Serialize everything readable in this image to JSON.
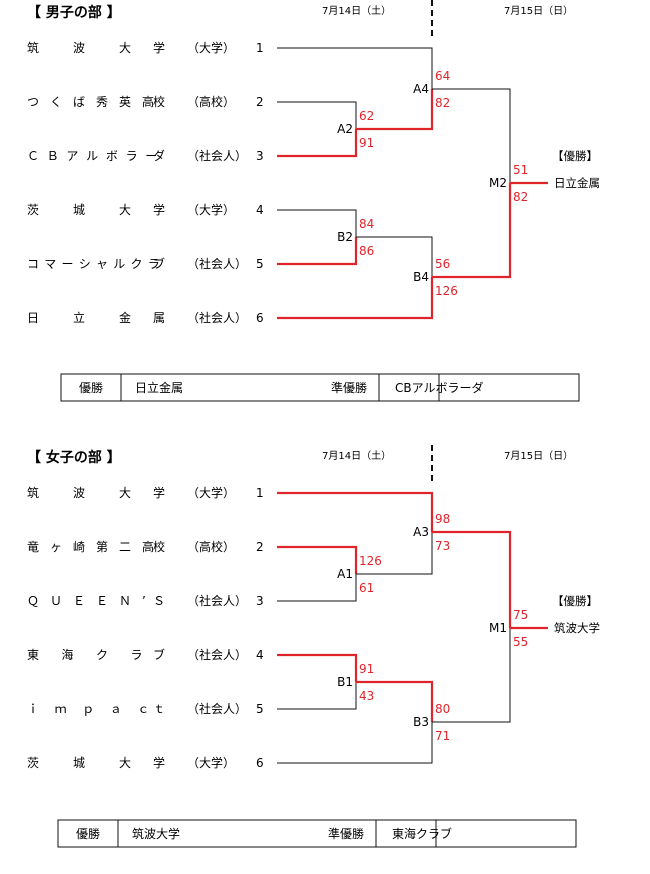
{
  "sections": [
    {
      "title": "【 男子の部 】",
      "date_day1": "7月14日（土）",
      "date_day2": "7月15日（日）",
      "teams": [
        {
          "chars": [
            "筑",
            "波",
            "大",
            "学"
          ],
          "category": "（大学）",
          "seed": "1"
        },
        {
          "chars": [
            "つ",
            "く",
            "ば",
            "秀",
            "英",
            "高",
            "校"
          ],
          "category": "（高校）",
          "seed": "2"
        },
        {
          "chars": [
            "Ｃ",
            "Ｂ",
            "ア",
            "ル",
            "ボ",
            "ラ",
            "ー",
            "ダ"
          ],
          "category": "（社会人）",
          "seed": "3"
        },
        {
          "chars": [
            "茨",
            "城",
            "大",
            "学"
          ],
          "category": "（大学）",
          "seed": "4"
        },
        {
          "chars": [
            "コ",
            "マ",
            "ー",
            "シ",
            "ャ",
            "ル",
            "ク",
            "ラ",
            "ブ"
          ],
          "category": "（社会人）",
          "seed": "5"
        },
        {
          "chars": [
            "日",
            "立",
            "金",
            "属"
          ],
          "category": "（社会人）",
          "seed": "6"
        }
      ],
      "nodes": {
        "A2": "A2",
        "B2": "B2",
        "A4": "A4",
        "B4": "B4",
        "M": "M2"
      },
      "scores": {
        "A2_top": "62",
        "A2_bot": "91",
        "B2_top": "84",
        "B2_bot": "86",
        "A4_top": "64",
        "A4_bot": "82",
        "B4_top": "56",
        "B4_bot": "126",
        "M_top": "51",
        "M_bot": "82"
      },
      "champion_label": "【優勝】",
      "champion": "日立金属",
      "table": {
        "winner_label": "優勝",
        "winner": "日立金属",
        "runner_label": "準優勝",
        "runner": "CBアルボラーダ"
      }
    },
    {
      "title": "【 女子の部 】",
      "date_day1": "7月14日（土）",
      "date_day2": "7月15日（日）",
      "teams": [
        {
          "chars": [
            "筑",
            "波",
            "大",
            "学"
          ],
          "category": "（大学）",
          "seed": "1"
        },
        {
          "chars": [
            "竜",
            "ヶ",
            "崎",
            "第",
            "二",
            "高",
            "校"
          ],
          "category": "（高校）",
          "seed": "2"
        },
        {
          "chars": [
            "Ｑ",
            "Ｕ",
            "Ｅ",
            "Ｅ",
            "Ｎ",
            "’",
            "Ｓ"
          ],
          "category": "（社会人）",
          "seed": "3"
        },
        {
          "chars": [
            "東",
            "海",
            "ク",
            "ラ",
            "ブ"
          ],
          "category": "（社会人）",
          "seed": "4"
        },
        {
          "chars": [
            "ｉ",
            "ｍ",
            "ｐ",
            "ａ",
            "ｃ",
            "ｔ"
          ],
          "category": "（社会人）",
          "seed": "5"
        },
        {
          "chars": [
            "茨",
            "城",
            "大",
            "学"
          ],
          "category": "（大学）",
          "seed": "6"
        }
      ],
      "nodes": {
        "A2": "A1",
        "B2": "B1",
        "A4": "A3",
        "B4": "B3",
        "M": "M1"
      },
      "scores": {
        "A2_top": "126",
        "A2_bot": "61",
        "B2_top": "91",
        "B2_bot": "43",
        "A4_top": "98",
        "A4_bot": "73",
        "B4_top": "80",
        "B4_bot": "71",
        "M_top": "75",
        "M_bot": "55"
      },
      "champion_label": "【優勝】",
      "champion": "筑波大学",
      "table": {
        "winner_label": "優勝",
        "winner": "筑波大学",
        "runner_label": "準優勝",
        "runner": "東海クラブ"
      }
    }
  ],
  "colors": {
    "winner_path": "#e0242b",
    "line": "#111111",
    "score": "#e0242b"
  }
}
